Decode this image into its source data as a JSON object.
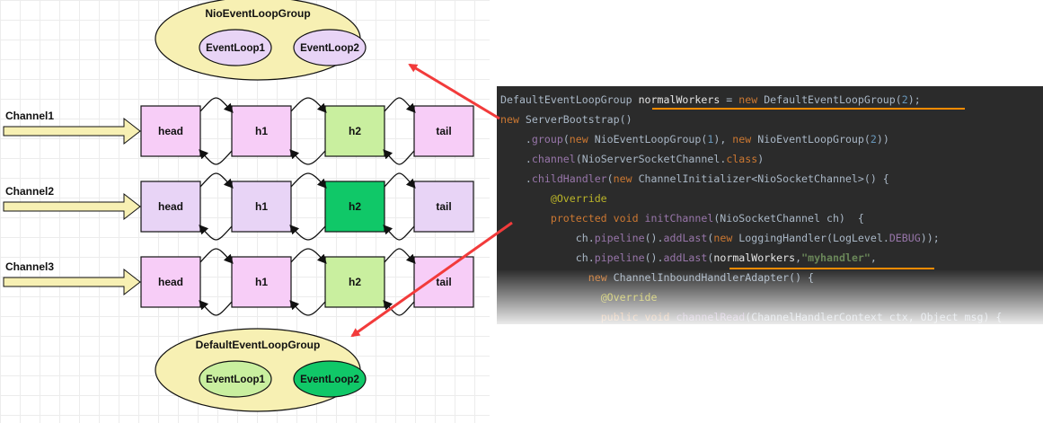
{
  "nio_group": {
    "title": "NioEventLoopGroup",
    "loops": [
      "EventLoop1",
      "EventLoop2"
    ]
  },
  "default_group": {
    "title": "DefaultEventLoopGroup",
    "loops": [
      "EventLoop1",
      "EventLoop2"
    ]
  },
  "channels": [
    {
      "label": "Channel1",
      "handlers": [
        "head",
        "h1",
        "h2",
        "tail"
      ]
    },
    {
      "label": "Channel2",
      "handlers": [
        "head",
        "h1",
        "h2",
        "tail"
      ]
    },
    {
      "label": "Channel3",
      "handlers": [
        "head",
        "h1",
        "h2",
        "tail"
      ]
    }
  ],
  "colors": {
    "nio_fill": "#f7f0b3",
    "nio_loop_fill": "#e8d4f6",
    "default_fill": "#f7f0b3",
    "default_loop1_fill": "#c9ef9f",
    "default_loop2_fill": "#10c868",
    "handler_pink": "#f7cdf7",
    "handler_lavender": "#e8d4f6",
    "handler_green": "#c9ef9f",
    "handler_dark_green": "#10c868",
    "arrow_input": "#f7f0b3",
    "pointer_red": "#f23b3b",
    "underline_orange": "#ff8c00"
  },
  "code": {
    "lines": [
      {
        "indent": "",
        "tokens": [
          [
            "t",
            "DefaultEventLoopGroup "
          ],
          [
            "wt",
            "normalWorkers"
          ],
          [
            "t",
            " = "
          ],
          [
            "kw",
            "new "
          ],
          [
            "t",
            "DefaultEventLoopGroup("
          ],
          [
            "num",
            "2"
          ],
          [
            "t",
            ");"
          ]
        ]
      },
      {
        "indent": "",
        "tokens": [
          [
            "kw",
            "new "
          ],
          [
            "t",
            "ServerBootstrap()"
          ]
        ]
      },
      {
        "indent": "    ",
        "tokens": [
          [
            "t",
            "."
          ],
          [
            "fn",
            "group"
          ],
          [
            "t",
            "("
          ],
          [
            "kw",
            "new "
          ],
          [
            "t",
            "NioEventLoopGroup("
          ],
          [
            "num",
            "1"
          ],
          [
            "t",
            "), "
          ],
          [
            "kw",
            "new "
          ],
          [
            "t",
            "NioEventLoopGroup("
          ],
          [
            "num",
            "2"
          ],
          [
            "t",
            "))"
          ]
        ]
      },
      {
        "indent": "    ",
        "tokens": [
          [
            "t",
            "."
          ],
          [
            "fn",
            "channel"
          ],
          [
            "t",
            "(NioServerSocketChannel."
          ],
          [
            "kw",
            "class"
          ],
          [
            "t",
            ")"
          ]
        ]
      },
      {
        "indent": "    ",
        "tokens": [
          [
            "t",
            "."
          ],
          [
            "fn",
            "childHandler"
          ],
          [
            "t",
            "("
          ],
          [
            "kw",
            "new "
          ],
          [
            "t",
            "ChannelInitializer<NioSocketChannel>() {"
          ]
        ]
      },
      {
        "indent": "        ",
        "tokens": [
          [
            "ann",
            "@Override"
          ]
        ]
      },
      {
        "indent": "        ",
        "tokens": [
          [
            "kw",
            "protected void "
          ],
          [
            "fn",
            "initChannel"
          ],
          [
            "t",
            "(NioSocketChannel ch)  {"
          ]
        ]
      },
      {
        "indent": "            ",
        "tokens": [
          [
            "t",
            "ch."
          ],
          [
            "fn",
            "pipeline"
          ],
          [
            "t",
            "()."
          ],
          [
            "fn",
            "addLast"
          ],
          [
            "t",
            "("
          ],
          [
            "kw",
            "new "
          ],
          [
            "t",
            "LoggingHandler(LogLevel."
          ],
          [
            "fn",
            "DEBUG"
          ],
          [
            "t",
            "));"
          ]
        ]
      },
      {
        "indent": "            ",
        "tokens": [
          [
            "t",
            "ch."
          ],
          [
            "fn",
            "pipeline"
          ],
          [
            "t",
            "()."
          ],
          [
            "fn",
            "addLast"
          ],
          [
            "t",
            "("
          ],
          [
            "wt",
            "normalWorkers"
          ],
          [
            "t",
            ","
          ],
          [
            "str",
            "\"myhandler\""
          ],
          [
            "t",
            ","
          ]
        ]
      },
      {
        "indent": "              ",
        "tokens": [
          [
            "kw",
            "new "
          ],
          [
            "t",
            "ChannelInboundHandlerAdapter() {"
          ]
        ]
      },
      {
        "indent": "                ",
        "tokens": [
          [
            "ann",
            "@Override"
          ]
        ]
      },
      {
        "indent": "                ",
        "tokens": [
          [
            "kw",
            "public void "
          ],
          [
            "fn",
            "channelRead"
          ],
          [
            "t",
            "(ChannelHandlerContext ctx, Object msg) {"
          ]
        ]
      }
    ]
  }
}
